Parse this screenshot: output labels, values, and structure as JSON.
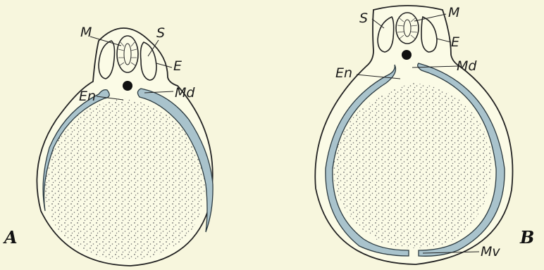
{
  "figure": {
    "panels": [
      {
        "id": "A",
        "label": "A",
        "structures": {
          "M": "M",
          "S": "S",
          "E": "E",
          "En": "En",
          "Md": "Md"
        }
      },
      {
        "id": "B",
        "label": "B",
        "structures": {
          "S": "S",
          "M": "M",
          "E": "E",
          "En": "En",
          "Md": "Md",
          "Mv": "Mv"
        }
      }
    ],
    "colors": {
      "background": "#f7f6dd",
      "mesoderm": "#a9c3cc",
      "outline": "#222222",
      "notochord": "#111111",
      "yolk_dots": "#6b6b6b"
    }
  }
}
